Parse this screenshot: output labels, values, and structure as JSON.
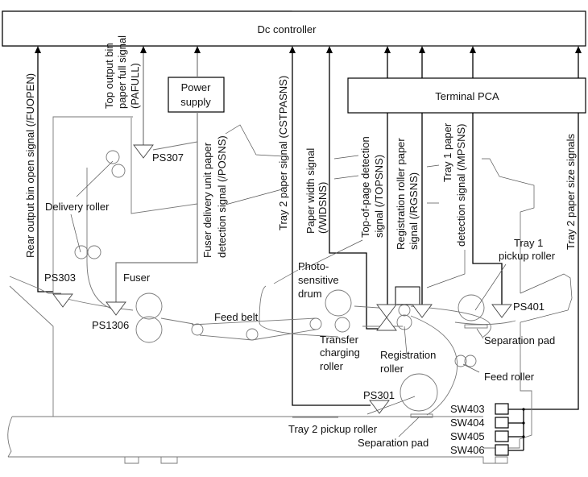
{
  "blocks": {
    "dc_controller": "Dc controller",
    "power_supply": [
      "Power",
      "supply"
    ],
    "terminal_pca": "Terminal PCA"
  },
  "signals": {
    "rear_output_bin_open": "Rear output bin open signal (/FUOPEN)",
    "top_output_bin_full": [
      "Top output bin",
      "paper full signal",
      "(PAFULL)"
    ],
    "fuser_delivery_detect": [
      "Fuser delivery unit paper",
      "detection signal (/POSNS)"
    ],
    "tray2_paper": "Tray 2 paper signal (CSTPASNS)",
    "paper_width": [
      "Paper width signal",
      "(/WIDSNS)"
    ],
    "top_of_page": [
      "Top-of-page detection",
      "signal (/TOPSNS)"
    ],
    "registration_roller": [
      "Registration roller paper",
      "signal (/RGSNS)"
    ],
    "tray1_paper_detect": [
      "Tray 1 paper",
      "detection signal (/MPSNS)"
    ],
    "tray2_size": "Tray 2 paper size signals"
  },
  "sensors": {
    "ps307": "PS307",
    "ps303": "PS303",
    "ps1306": "PS1306",
    "ps401": "PS401",
    "ps301": "PS301"
  },
  "components": {
    "delivery_roller": "Delivery roller",
    "fuser": "Fuser",
    "feed_belt": "Feed belt",
    "photosensitive_drum": [
      "Photo-",
      "sensitive",
      "drum"
    ],
    "transfer_charging_roller": [
      "Transfer",
      "charging",
      "roller"
    ],
    "registration_roller": [
      "Registration",
      "roller"
    ],
    "tray1_pickup_roller": [
      "Tray 1",
      "pickup roller"
    ],
    "separation_pad_tray1": "Separation pad",
    "feed_roller": "Feed roller",
    "tray2_pickup_roller": "Tray 2 pickup roller",
    "separation_pad_tray2": "Separation pad"
  },
  "switches": [
    "SW403",
    "SW404",
    "SW405",
    "SW406"
  ]
}
